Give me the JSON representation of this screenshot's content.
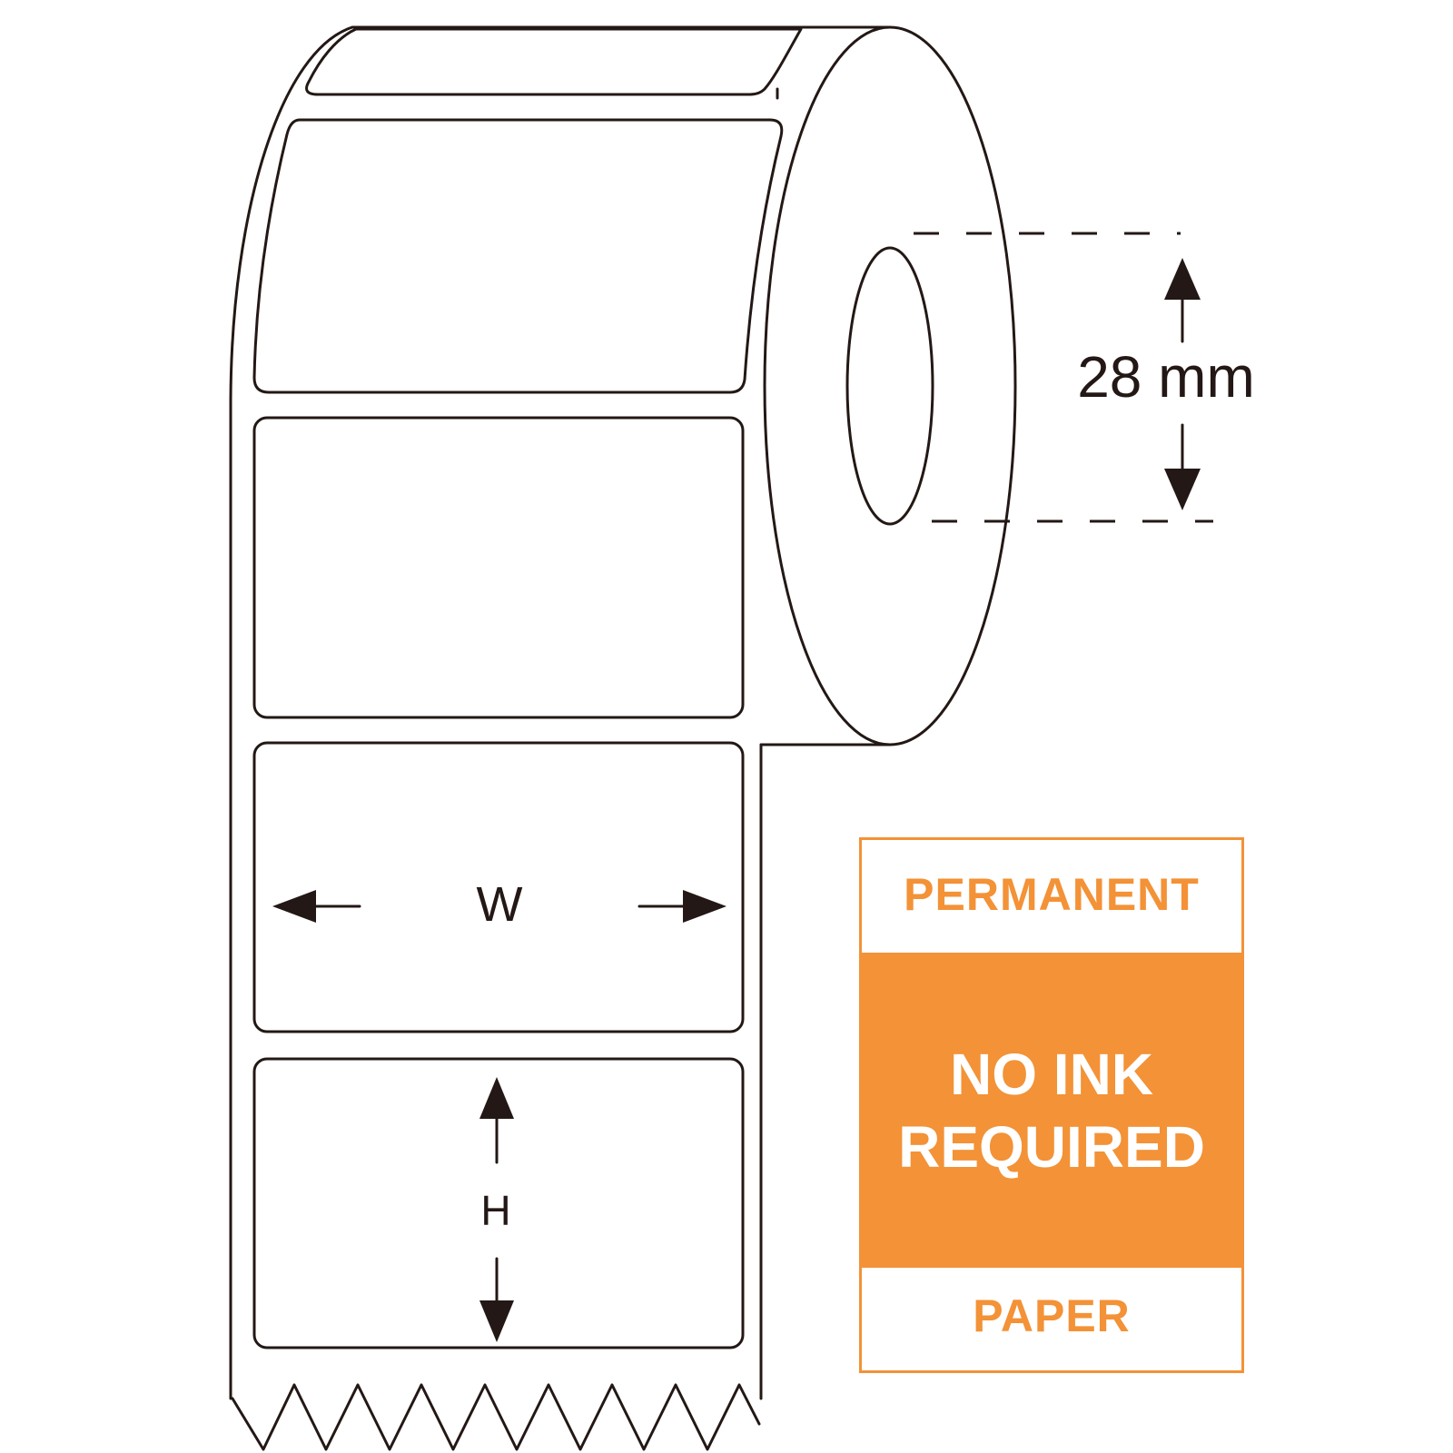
{
  "colors": {
    "accent": "#f39237",
    "line": "#231815",
    "background": "#ffffff"
  },
  "diagram": {
    "core_label": "28 mm",
    "width_label": "W",
    "height_label": "H",
    "icons": [
      "arrow-up-icon",
      "arrow-down-icon",
      "arrow-left-icon",
      "arrow-right-icon"
    ]
  },
  "spec": {
    "top": "PERMANENT",
    "middle_line1": "NO INK",
    "middle_line2": "REQUIRED",
    "bottom": "PAPER"
  }
}
